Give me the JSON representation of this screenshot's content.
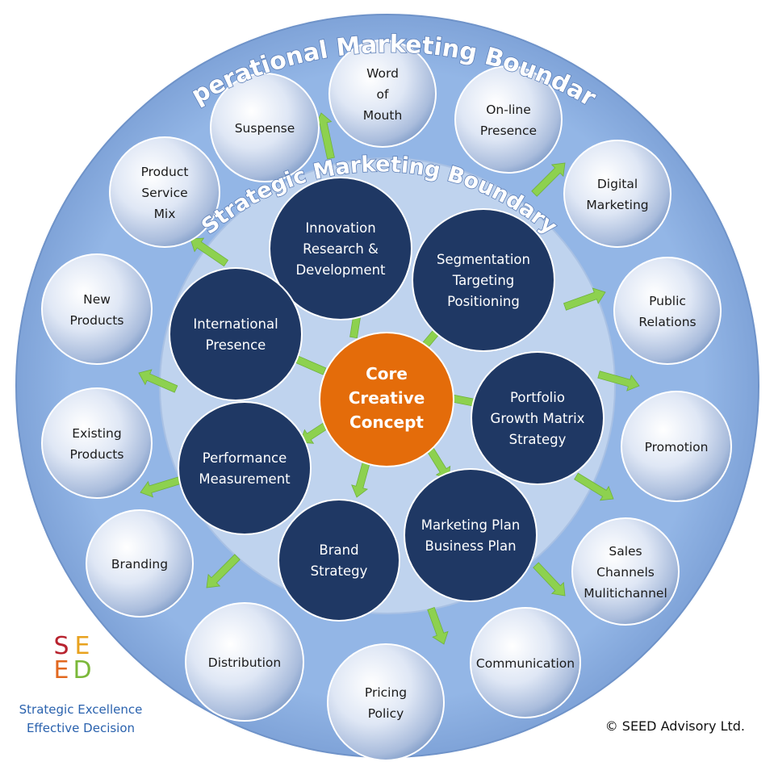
{
  "boundaries": {
    "outer": "Operational Marketing Boundary",
    "inner": "Strategic Marketing Boundary"
  },
  "core": {
    "lines": [
      "Core",
      "Creative",
      "Concept"
    ]
  },
  "inner_nodes": [
    {
      "lines": [
        "Innovation",
        "Research &",
        "Development"
      ]
    },
    {
      "lines": [
        "Segmentation",
        "Targeting",
        "Positioning"
      ]
    },
    {
      "lines": [
        "Portfolio",
        "Growth Matrix",
        "Strategy"
      ]
    },
    {
      "lines": [
        "Marketing Plan",
        "Business Plan"
      ]
    },
    {
      "lines": [
        "Brand",
        "Strategy"
      ]
    },
    {
      "lines": [
        "Performance",
        "Measurement"
      ]
    },
    {
      "lines": [
        "International",
        "Presence"
      ]
    }
  ],
  "outer_nodes": [
    {
      "lines": [
        "Word",
        "of",
        "Mouth"
      ]
    },
    {
      "lines": [
        "On-line",
        "Presence"
      ]
    },
    {
      "lines": [
        "Digital",
        "Marketing"
      ]
    },
    {
      "lines": [
        "Public",
        "Relations"
      ]
    },
    {
      "lines": [
        "Promotion"
      ]
    },
    {
      "lines": [
        "Sales",
        "Channels",
        "Mulitichannel"
      ]
    },
    {
      "lines": [
        "Communication"
      ]
    },
    {
      "lines": [
        "Pricing",
        "Policy"
      ]
    },
    {
      "lines": [
        "Distribution"
      ]
    },
    {
      "lines": [
        "Branding"
      ]
    },
    {
      "lines": [
        "Existing",
        "Products"
      ]
    },
    {
      "lines": [
        "New",
        "Products"
      ]
    },
    {
      "lines": [
        "Product",
        "Service",
        "Mix"
      ]
    },
    {
      "lines": [
        "Suspense"
      ]
    }
  ],
  "logo": {
    "letters": [
      {
        "char": "S",
        "color": "#b8232f"
      },
      {
        "char": "E",
        "color": "#e8a21e"
      },
      {
        "char": "E",
        "color": "#e2681f"
      },
      {
        "char": "D",
        "color": "#7bb83a"
      }
    ],
    "tagline_1": "Strategic Excellence",
    "tagline_2": "Effective Decision"
  },
  "copyright": "© SEED Advisory Ltd.",
  "colors": {
    "outer_ring": "#8aaee0",
    "inner_disc": "#bfd3ee",
    "inner_node": "#1f3864",
    "core": "#e46c0a",
    "arrow": "#8dd14f"
  }
}
